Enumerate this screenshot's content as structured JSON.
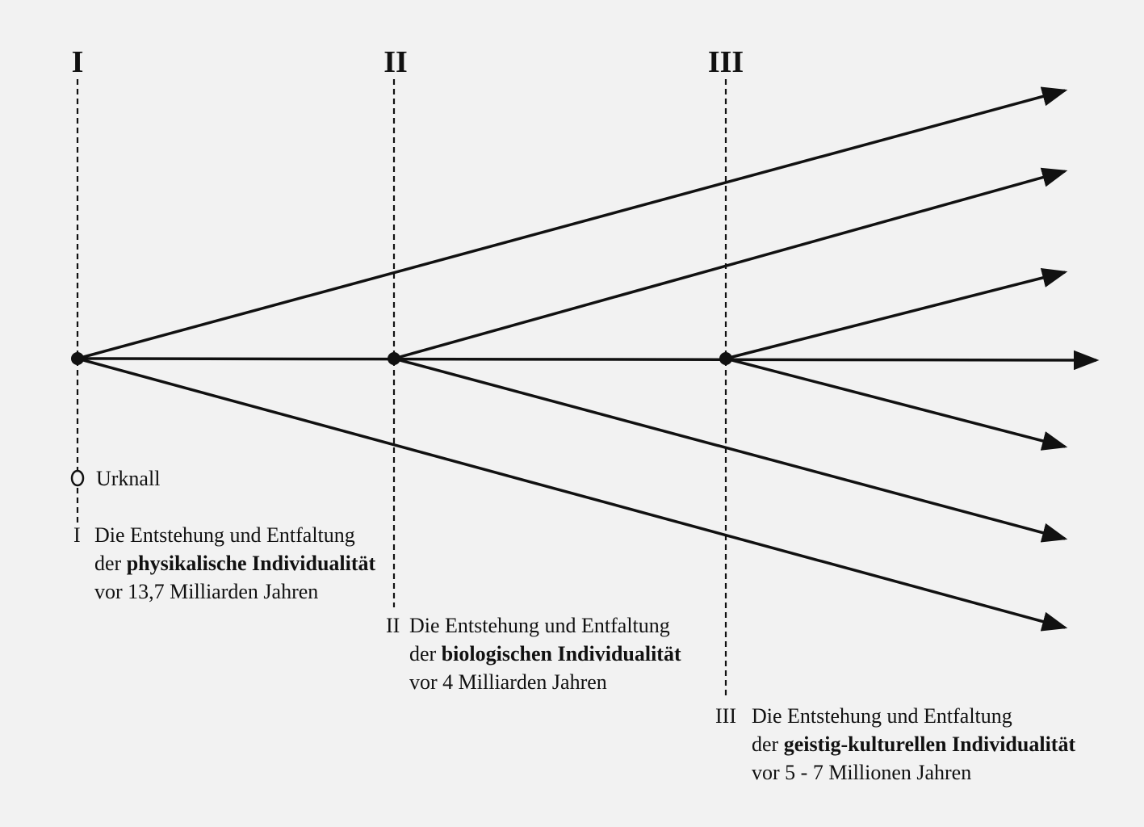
{
  "stages": [
    {
      "numeral": "I",
      "line1": "Die Entstehung und Entfaltung",
      "line2_prefix": "der",
      "line2_bold": "physikalische Individualität",
      "line3": "vor 13,7 Milliarden Jahren"
    },
    {
      "numeral": "II",
      "line1": "Die Entstehung und Entfaltung",
      "line2_prefix": "der",
      "line2_bold": "biologischen Individualität",
      "line3": "vor 4 Milliarden Jahren"
    },
    {
      "numeral": "III",
      "line1": "Die Entstehung und Entfaltung",
      "line2_prefix": "der",
      "line2_bold": "geistig-kulturellen Individualität",
      "line3": "vor 5 - 7 Millionen Jahren"
    }
  ],
  "origin_label": "Urknall",
  "colors": {
    "background": "#f2f2f2",
    "ink": "#111111"
  }
}
